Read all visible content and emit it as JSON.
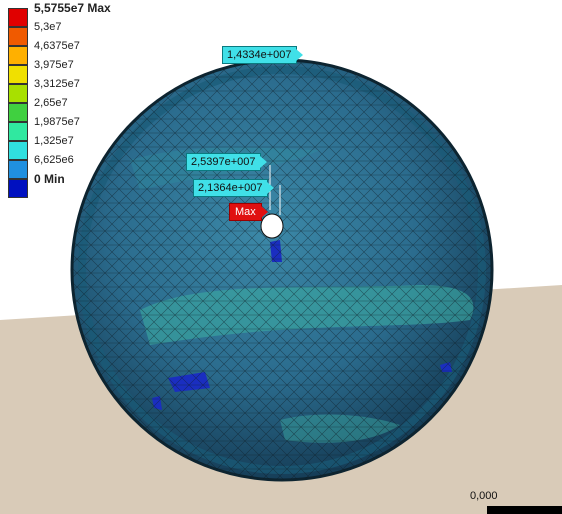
{
  "legend": {
    "entries": [
      {
        "label": "5,5755e7 Max",
        "color": "#e00000",
        "bold": true
      },
      {
        "label": "5,3e7",
        "color": "#f05a00"
      },
      {
        "label": "4,6375e7",
        "color": "#ffb000"
      },
      {
        "label": "3,975e7",
        "color": "#f0e000"
      },
      {
        "label": "3,3125e7",
        "color": "#a8e000"
      },
      {
        "label": "2,65e7",
        "color": "#40d040"
      },
      {
        "label": "1,9875e7",
        "color": "#30e8a0"
      },
      {
        "label": "1,325e7",
        "color": "#30e0e0"
      },
      {
        "label": "6,625e6",
        "color": "#2090e0"
      },
      {
        "label": "0 Min",
        "color": "#0010c0",
        "bold": true
      }
    ]
  },
  "probes": {
    "top": "1,4334e+007",
    "mid_upper": "2,5397e+007",
    "mid_lower": "2,1364e+007",
    "max_tag": "Max"
  },
  "scale": {
    "label": "0,000"
  },
  "colors": {
    "ground": "#d9cbb8",
    "sphere_base": "#2b6c8e",
    "sphere_dark": "#1b4e6e",
    "mesh_line": "#0c1a22",
    "highlight": "#3fb8a8"
  }
}
